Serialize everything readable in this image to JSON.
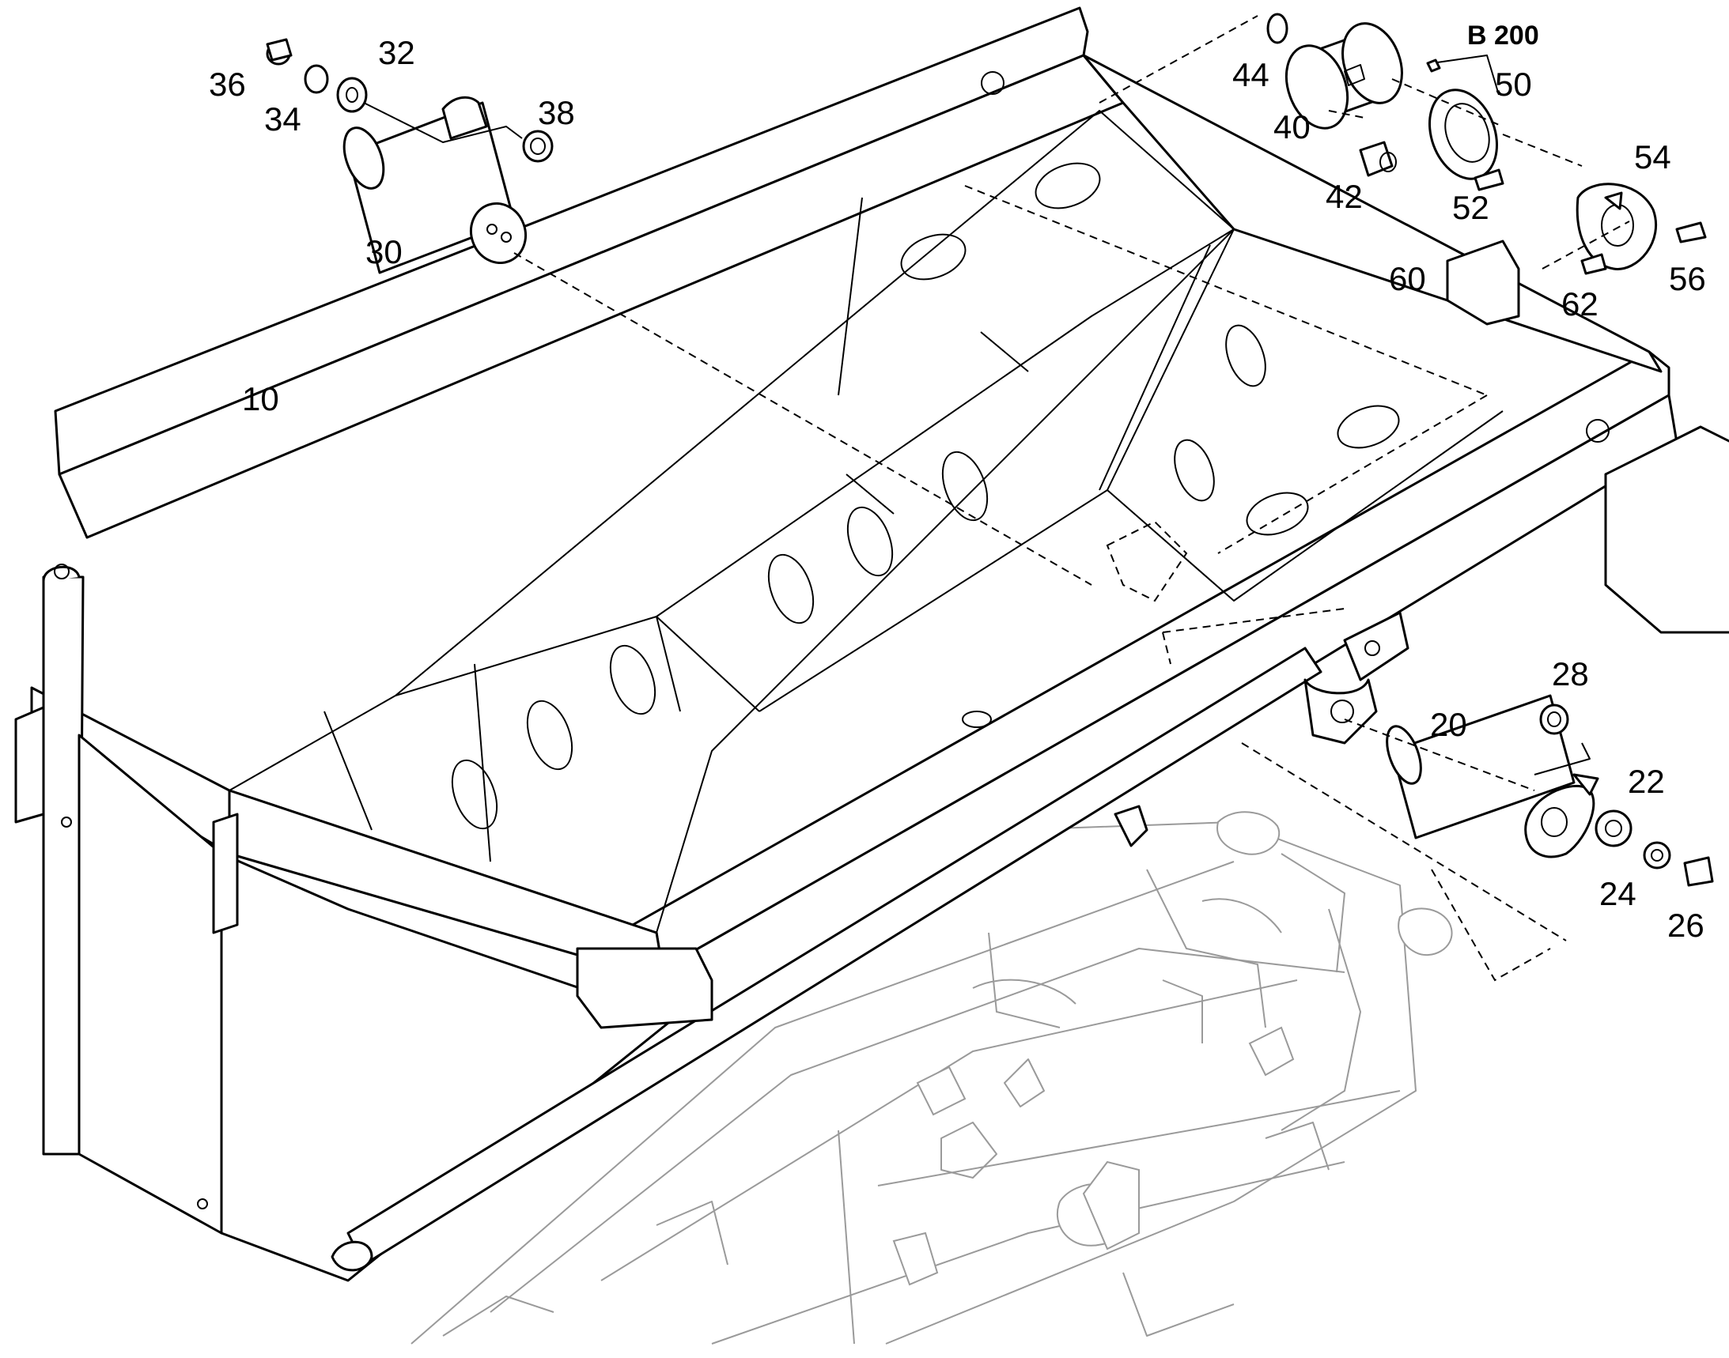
{
  "drawing": {
    "reference": "B 200",
    "part_numbers": [
      "10",
      "20",
      "22",
      "24",
      "26",
      "28",
      "30",
      "32",
      "34",
      "36",
      "38",
      "40",
      "42",
      "44",
      "50",
      "52",
      "54",
      "56",
      "60",
      "62"
    ]
  }
}
